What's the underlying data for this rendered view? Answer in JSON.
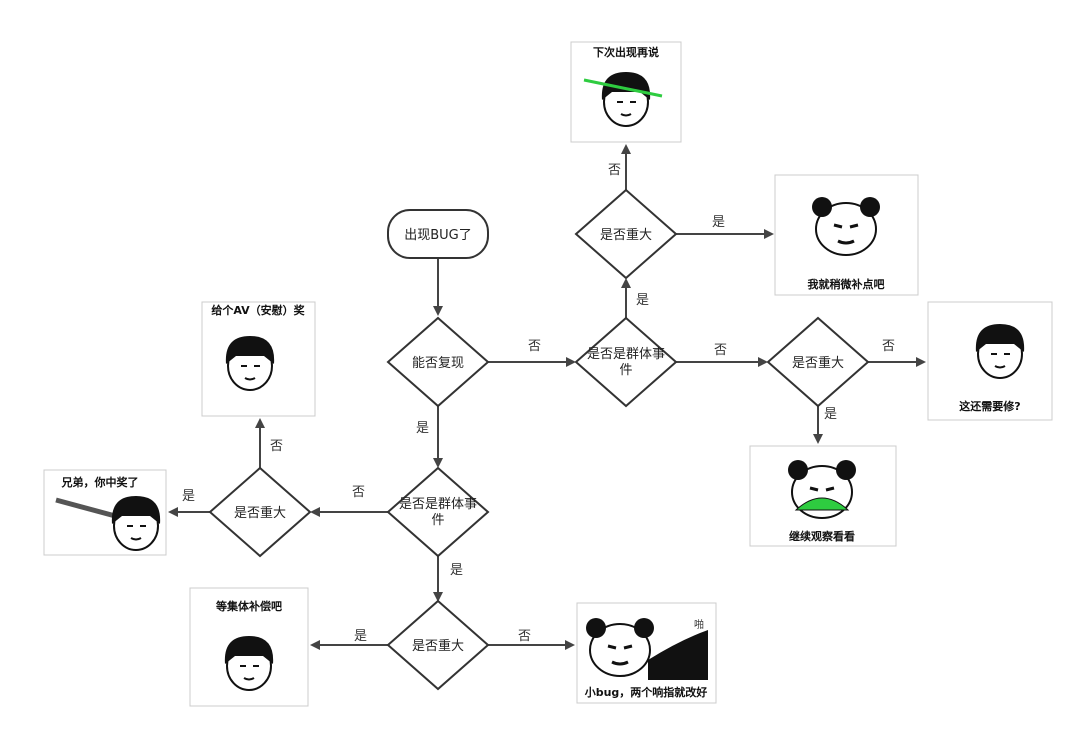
{
  "nodes": {
    "start": "出现BUG了",
    "d1": "能否复现",
    "d2_line1": "是否是群体事",
    "d2_line2": "件",
    "d3": "是否重大",
    "d4": "是否重大",
    "d5_line1": "是否是群体事",
    "d5_line2": "件",
    "d6": "是否重大",
    "d7": "是否重大"
  },
  "images": {
    "top": "下次出现再说",
    "right_upper": "我就稍微补点吧",
    "far_right": "这还需要修?",
    "right_lower": "继续观察看看",
    "left_upper": "给个AV（安慰）奖",
    "left": "兄弟，你中奖了",
    "bottom_left": "等集体补偿吧",
    "bottom_right": "小bug，两个响指就改好",
    "bottom_right_sfx": "啪"
  },
  "edges": {
    "d1_no": "否",
    "d1_yes": "是",
    "d2_no": "否",
    "d2_yes": "是",
    "d3_no": "否",
    "d3_yes": "是",
    "d4_no": "否",
    "d4_yes": "是",
    "d5_no": "否",
    "d5_yes": "是",
    "d6_no": "否",
    "d6_yes": "是",
    "d7_yes": "是",
    "d7_no": "否"
  },
  "colors": {
    "line": "#444444",
    "green": "#2ecc40"
  }
}
